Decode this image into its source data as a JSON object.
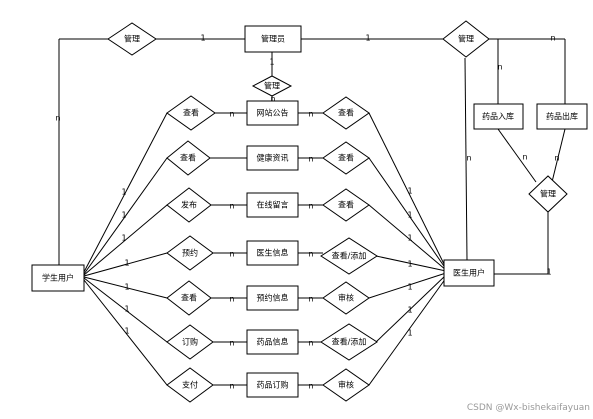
{
  "entities": {
    "admin": "管理员",
    "student": "学生用户",
    "doctor": "医生用户",
    "announcement": "网站公告",
    "health_info": "健康资讯",
    "message": "在线留言",
    "doctor_info": "医生信息",
    "appointment_info": "预约信息",
    "drug_info": "药品信息",
    "drug_order": "药品订购",
    "drug_in": "药品入库",
    "drug_out": "药品出库"
  },
  "relationships": {
    "manage_top_left": "管理",
    "manage_top_right": "管理",
    "manage_center": "管理",
    "manage_right": "管理",
    "s_view_1": "查看",
    "s_view_2": "查看",
    "s_publish": "发布",
    "s_reserve": "预约",
    "s_view_3": "查看",
    "s_order": "订购",
    "s_pay": "支付",
    "d_view_1": "查看",
    "d_view_2": "查看",
    "d_view_3": "查看",
    "d_view_add_1": "查看/添加",
    "d_review_1": "审核",
    "d_view_add_2": "查看/添加",
    "d_review_2": "审核"
  },
  "cardinality": {
    "one": "1",
    "many": "n"
  },
  "watermark": "CSDN @Wx-bishekaifayuan"
}
